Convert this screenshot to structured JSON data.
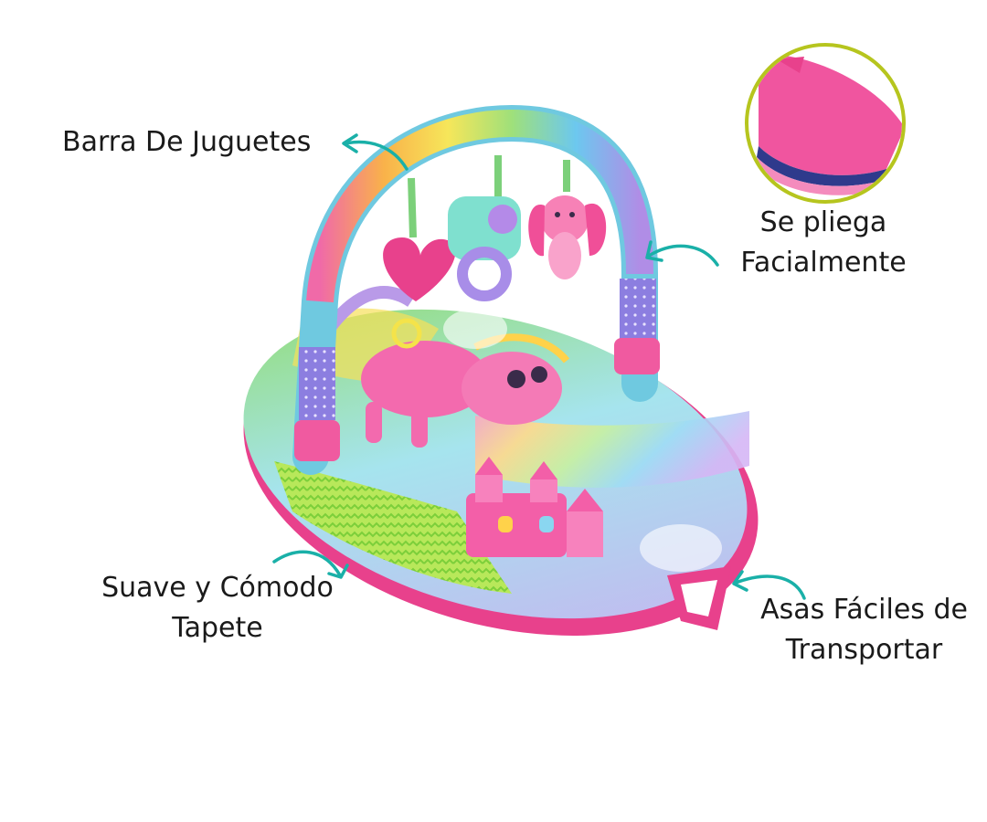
{
  "labels": {
    "toy_bar": "Barra De Juguetes",
    "folds_line1": "Se pliega",
    "folds_line2": "Facialmente",
    "soft_line1": "Suave y Cómodo",
    "soft_line2": "Tapete",
    "handles_line1": "Asas Fáciles de",
    "handles_line2": "Transportar"
  },
  "colors": {
    "arrow": "#1ab0a8",
    "inset_ring": "#b6c51e",
    "mat_pink": "#f0559f",
    "background": "#ffffff"
  },
  "icons": {
    "callout_arrows": "curved-arrow-icon",
    "inset": "folded-mat-detail"
  }
}
